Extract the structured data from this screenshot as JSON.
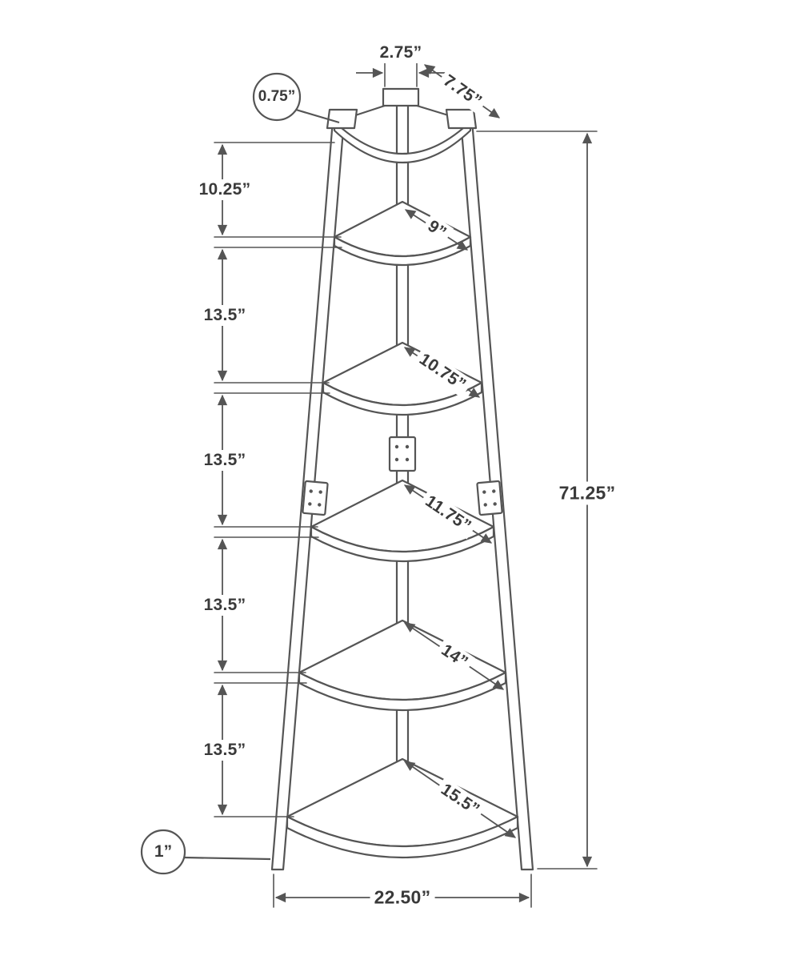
{
  "colors": {
    "line": "#555555",
    "text": "#3a3a3a",
    "background": "#ffffff"
  },
  "dimensions": {
    "top_width": "2.75”",
    "top_depth": "7.75”",
    "tab_thickness": "0.75”",
    "foot_width": "1”",
    "total_height": "71.25”",
    "base_width": "22.50”",
    "left_chain": [
      "10.25”",
      "13.5”",
      "13.5”",
      "13.5”",
      "13.5”"
    ],
    "shelf_widths": [
      "9”",
      "10.75”",
      "11.75”",
      "14”",
      "15.5”"
    ]
  }
}
